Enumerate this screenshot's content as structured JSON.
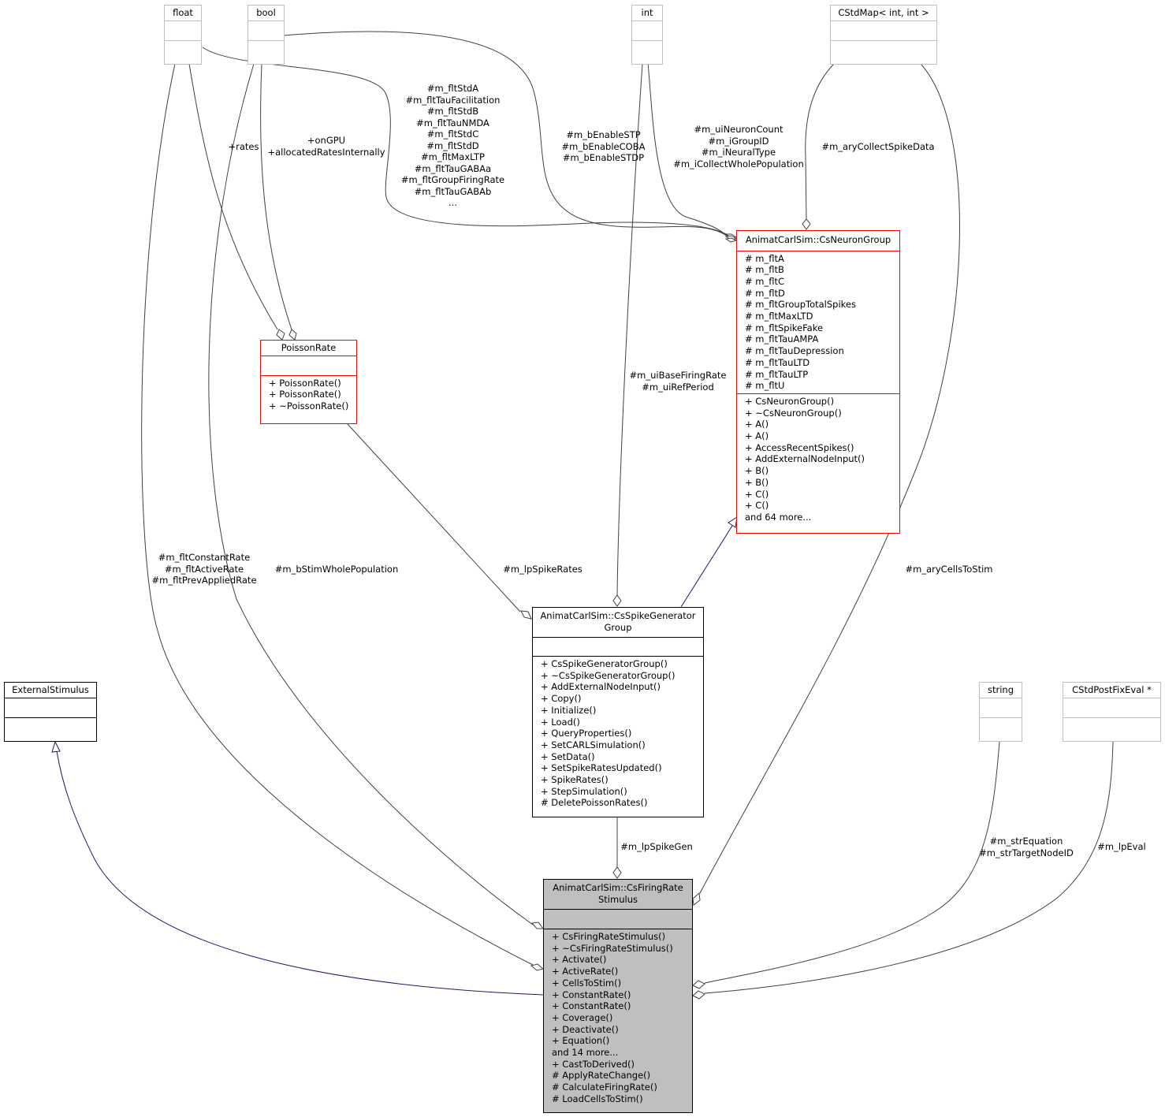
{
  "nodes": {
    "float": {
      "title": "float"
    },
    "bool": {
      "title": "bool"
    },
    "int": {
      "title": "int"
    },
    "cstdmap": {
      "title": "CStdMap< int, int >"
    },
    "string": {
      "title": "string"
    },
    "cstdpostfix": {
      "title": "CStdPostFixEval *"
    },
    "external": {
      "title": "ExternalStimulus"
    },
    "poisson": {
      "title": "PoissonRate",
      "methods": [
        "+ PoissonRate()",
        "+ PoissonRate()",
        "+ ~PoissonRate()"
      ]
    },
    "neurongroup": {
      "title": "AnimatCarlSim::CsNeuronGroup",
      "attributes": [
        "# m_fltA",
        "# m_fltB",
        "# m_fltC",
        "# m_fltD",
        "# m_fltGroupTotalSpikes",
        "# m_fltMaxLTD",
        "# m_fltSpikeFake",
        "# m_fltTauAMPA",
        "# m_fltTauDepression",
        "# m_fltTauLTD",
        "# m_fltTauLTP",
        "# m_fltU"
      ],
      "methods": [
        "+ CsNeuronGroup()",
        "+ ~CsNeuronGroup()",
        "+ A()",
        "+ A()",
        "+ AccessRecentSpikes()",
        "+ AddExternalNodeInput()",
        "+ B()",
        "+ B()",
        "+ C()",
        "+ C()",
        "and 64 more..."
      ]
    },
    "spikegen": {
      "title_line1": "AnimatCarlSim::CsSpikeGenerator",
      "title_line2": "Group",
      "methods": [
        "+ CsSpikeGeneratorGroup()",
        "+ ~CsSpikeGeneratorGroup()",
        "+ AddExternalNodeInput()",
        "+ Copy()",
        "+ Initialize()",
        "+ Load()",
        "+ QueryProperties()",
        "+ SetCARLSimulation()",
        "+ SetData()",
        "+ SetSpikeRatesUpdated()",
        "+ SpikeRates()",
        "+ StepSimulation()",
        "# DeletePoissonRates()"
      ]
    },
    "firingrate": {
      "title_line1": "AnimatCarlSim::CsFiringRate",
      "title_line2": "Stimulus",
      "methods": [
        "+ CsFiringRateStimulus()",
        "+ ~CsFiringRateStimulus()",
        "+ Activate()",
        "+ ActiveRate()",
        "+ CellsToStim()",
        "+ ConstantRate()",
        "+ ConstantRate()",
        "+ Coverage()",
        "+ Deactivate()",
        "+ Equation()",
        "and 14 more...",
        "+ CastToDerived()",
        "# ApplyRateChange()",
        "# CalculateFiringRate()",
        "# LoadCellsToStim()"
      ]
    }
  },
  "edge_labels": {
    "float_to_neurongroup": [
      "#m_fltStdA",
      "#m_fltTauFacilitation",
      "#m_fltStdB",
      "#m_fltTauNMDA",
      "#m_fltStdC",
      "#m_fltStdD",
      "#m_fltMaxLTP",
      "#m_fltTauGABAa",
      "#m_fltGroupFiringRate",
      "#m_fltTauGABAb",
      "..."
    ],
    "bool_to_neurongroup": [
      "#m_bEnableSTP",
      "#m_bEnableCOBA",
      "#m_bEnableSTDP"
    ],
    "int_to_neurongroup": [
      "#m_uiNeuronCount",
      "#m_iGroupID",
      "#m_iNeuralType",
      "#m_iCollectWholePopulation"
    ],
    "cstdmap_to_neurongroup": [
      "#m_aryCollectSpikeData"
    ],
    "float_to_poisson": [
      "+rates"
    ],
    "bool_to_poisson": [
      "+onGPU",
      "+allocatedRatesInternally"
    ],
    "int_to_spikegen": [
      "#m_uiBaseFiringRate",
      "#m_uiRefPeriod"
    ],
    "float_to_firingrate": [
      "#m_fltConstantRate",
      "#m_fltActiveRate",
      "#m_fltPrevAppliedRate"
    ],
    "bool_to_firingrate": [
      "#m_bStimWholePopulation"
    ],
    "poisson_to_spikegen": [
      "#m_lpSpikeRates"
    ],
    "cstdmap_to_firingrate": [
      "#m_aryCellsToStim"
    ],
    "spikegen_to_firingrate": [
      "#m_lpSpikeGen"
    ],
    "string_to_firingrate": [
      "#m_strEquation",
      "#m_strTargetNodeID"
    ],
    "cstdpostfix_to_firingrate": [
      "#m_lpEval"
    ]
  },
  "colors": {
    "edge": "#404040",
    "inheritance": "#191970",
    "highlight_fill": "#bfbfbf",
    "red_border": "#ff0000",
    "gray_border": "#bfbfbf"
  }
}
